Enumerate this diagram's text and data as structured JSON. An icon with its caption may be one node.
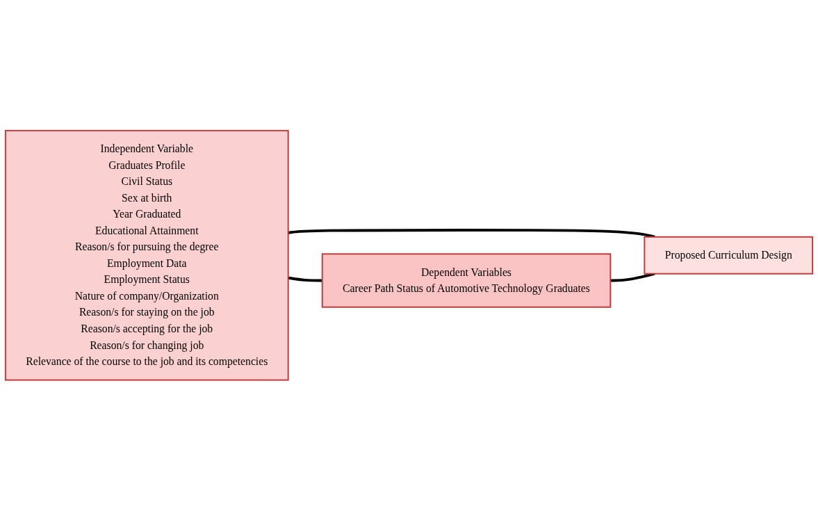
{
  "diagram": {
    "nodes": [
      {
        "text": [
          "Independent Variable",
          "Graduates Profile",
          "Civil Status",
          "Sex at birth",
          "Year Graduated",
          "Educational Attainment",
          "Reason/s for pursuing the degree",
          "Employment Data",
          "Employment Status",
          "Nature of company/Organization",
          "Reason/s for staying on the job",
          "Reason/s accepting for the job",
          "Reason/s for changing job",
          "Relevance of the course to the job and its competencies"
        ]
      },
      {
        "text": [
          "Dependent Variables",
          "Career Path Status of Automotive Technology Graduates"
        ]
      },
      {
        "text": [
          "Proposed Curriculum Design"
        ]
      }
    ],
    "edges": [
      {
        "from": 0,
        "to": 1,
        "arrow": "none"
      },
      {
        "from": 0,
        "to": 2,
        "arrow": "none"
      },
      {
        "from": 1,
        "to": 2,
        "arrow": "none"
      }
    ]
  }
}
